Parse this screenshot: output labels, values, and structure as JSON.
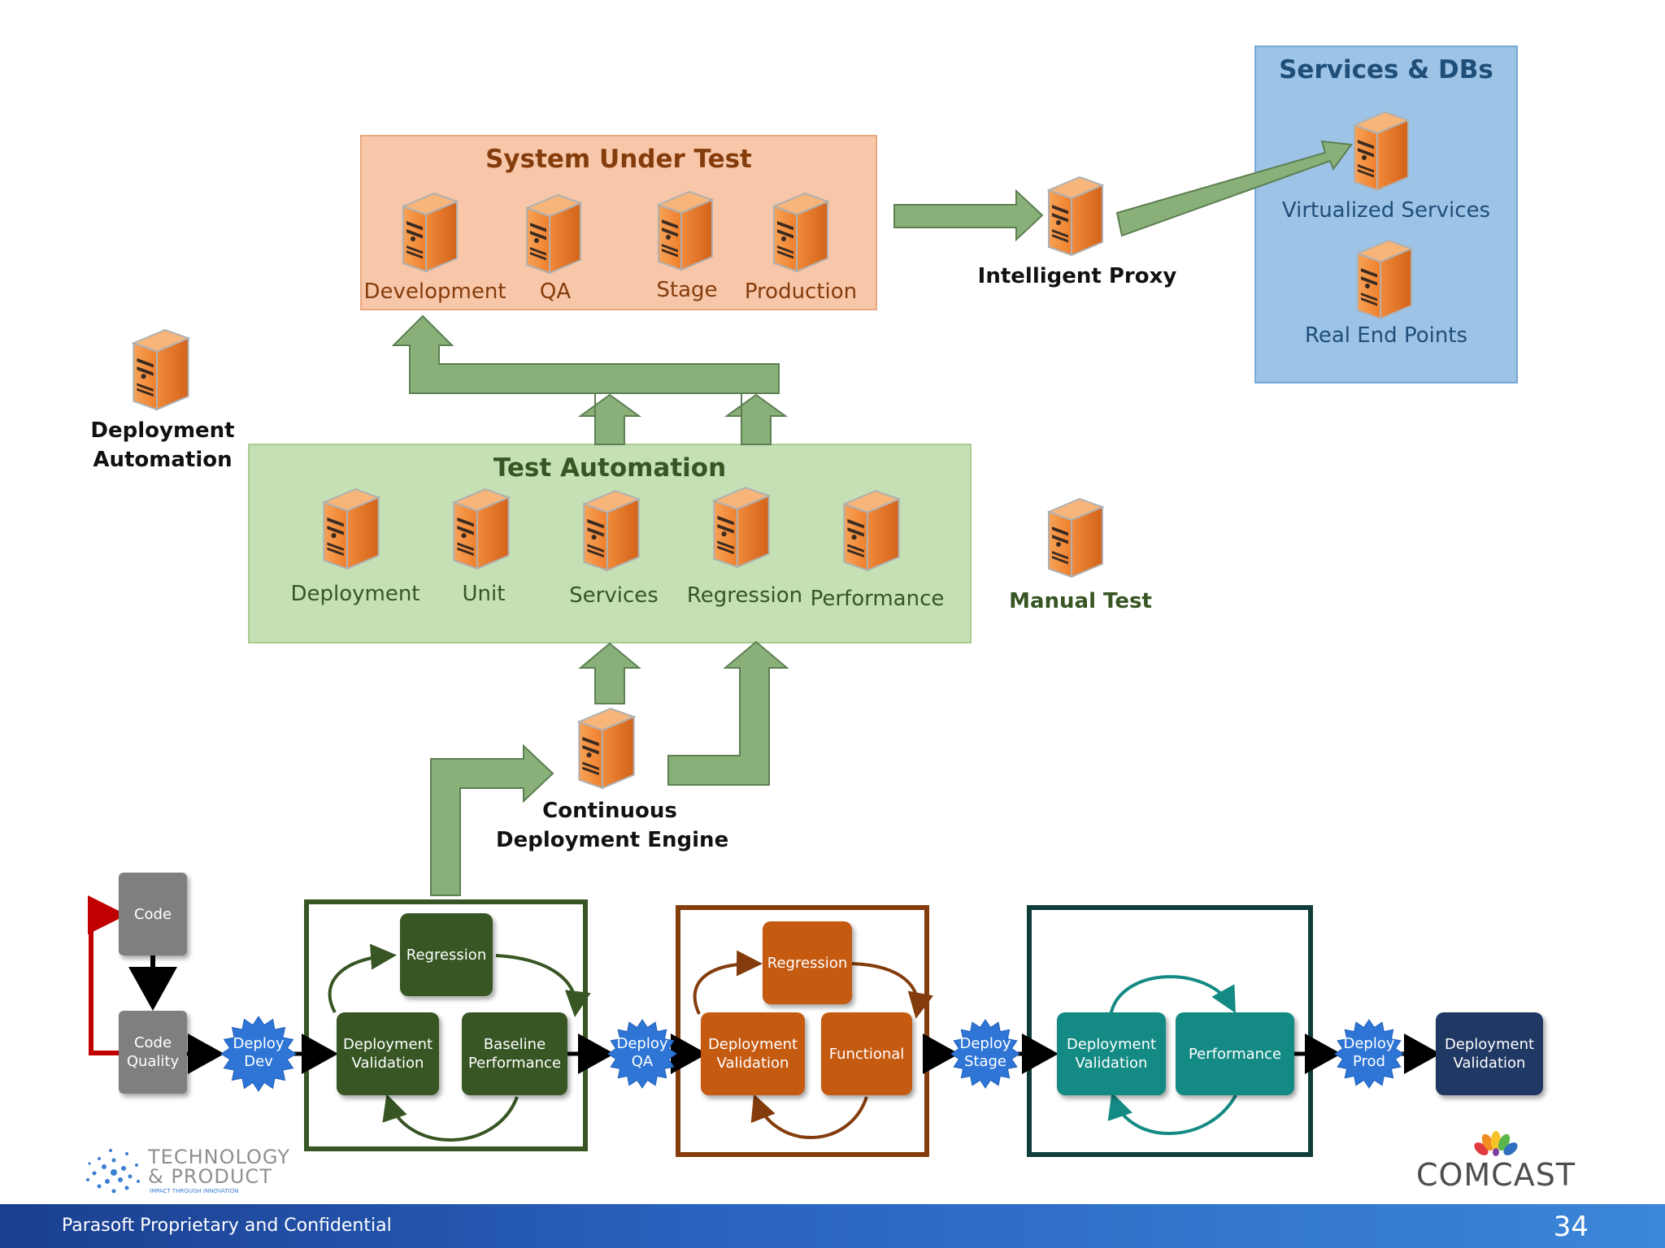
{
  "system_under_test": {
    "title": "System Under Test",
    "servers": [
      "Development",
      "QA",
      "Stage",
      "Production"
    ]
  },
  "intelligent_proxy": {
    "label": "Intelligent Proxy"
  },
  "services_dbs": {
    "title": "Services & DBs",
    "virtualized": "Virtualized Services",
    "real_end_points": "Real End Points"
  },
  "deployment_automation": {
    "line1": "Deployment",
    "line2": "Automation"
  },
  "test_automation": {
    "title": "Test Automation",
    "servers": [
      "Deployment",
      "Unit",
      "Services",
      "Regression",
      "Performance"
    ]
  },
  "manual_test": {
    "label": "Manual Test"
  },
  "cd_engine": {
    "line1": "Continuous",
    "line2": "Deployment Engine"
  },
  "pipeline": {
    "code": "Code",
    "code_quality": [
      "Code",
      "Quality"
    ],
    "deploy_dev": [
      "Deploy",
      "Dev"
    ],
    "deploy_qa": [
      "Deploy",
      "QA"
    ],
    "deploy_stage": [
      "Deploy",
      "Stage"
    ],
    "deploy_prod": [
      "Deploy",
      "Prod"
    ],
    "dev_group": {
      "regression": "Regression",
      "deployment_validation": [
        "Deployment",
        "Validation"
      ],
      "baseline_performance": [
        "Baseline",
        "Performance"
      ]
    },
    "qa_group": {
      "regression": "Regression",
      "deployment_validation": [
        "Deployment",
        "Validation"
      ],
      "functional": "Functional"
    },
    "stage_group": {
      "deployment_validation": [
        "Deployment",
        "Validation"
      ],
      "performance": "Performance"
    },
    "prod_deployment_validation": [
      "Deployment",
      "Validation"
    ]
  },
  "logos": {
    "technology": [
      "TECHNOLOGY",
      "& PRODUCT"
    ],
    "technology_tagline": "IMPACT THROUGH INNOVATION",
    "comcast": "COMCAST"
  },
  "footer": {
    "text": "Parasoft Proprietary and Confidential",
    "page": "34"
  },
  "colors": {
    "sut_bg": "#f8c7a9",
    "sut_text": "#843c0c",
    "ta_bg": "#c5e0b4",
    "ta_text": "#375623",
    "svc_bg": "#9dc3e6",
    "svc_text": "#1f4e79",
    "arrow_green": "#8ab07a",
    "dev_green": "#375623",
    "qa_orange": "#c55a11",
    "stage_teal": "#138a84",
    "prod_navy": "#203864",
    "code_gray": "#7f7f7f",
    "deploy_blue": "#2e75d6",
    "red_loop": "#c00000"
  }
}
